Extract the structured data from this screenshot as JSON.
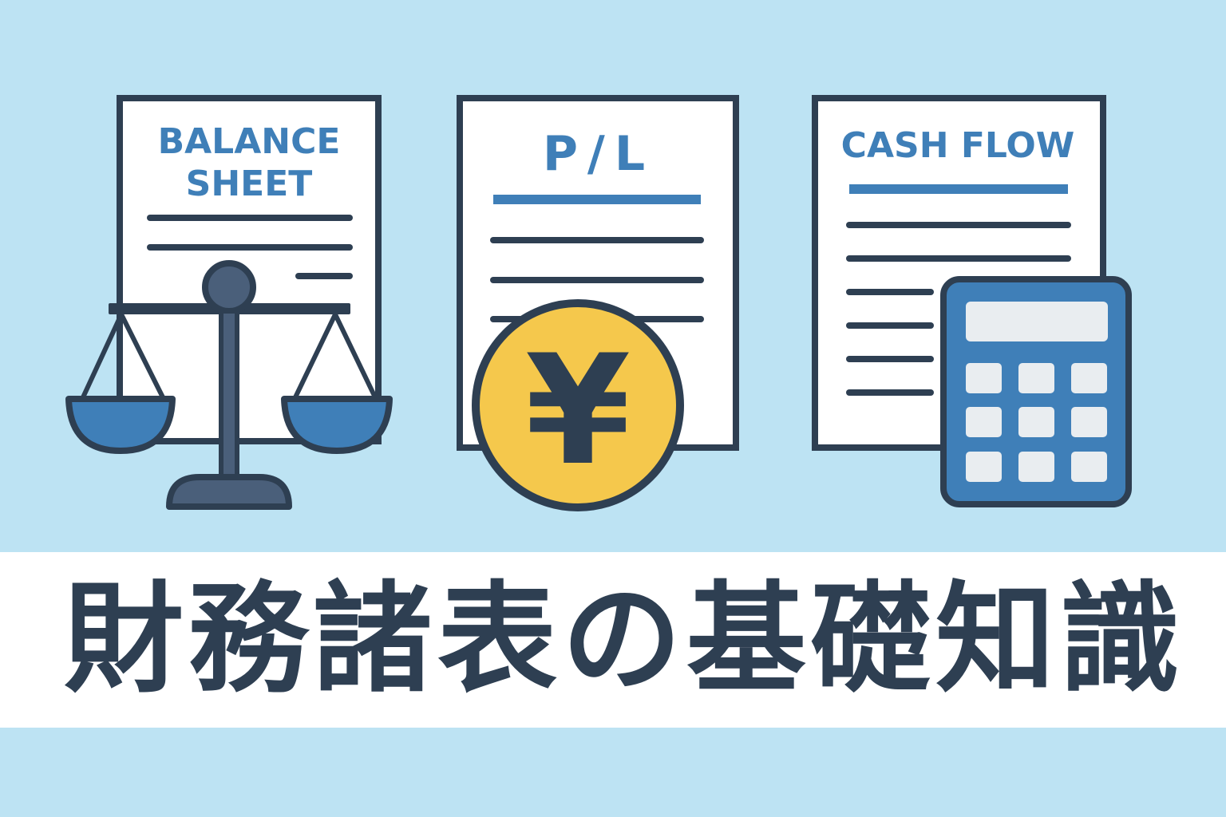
{
  "documents": {
    "balance_sheet": {
      "title_line1": "BALANCE",
      "title_line2": "SHEET"
    },
    "pl": {
      "title": "P/L"
    },
    "cash_flow": {
      "title": "CASH FLOW"
    }
  },
  "coin": {
    "symbol": "¥"
  },
  "banner": {
    "title": "財務諸表の基礎知識"
  },
  "colors": {
    "background": "#bde3f3",
    "outline": "#2e3f52",
    "accent_blue": "#3f7fb8",
    "coin_yellow": "#f5c84c",
    "paper": "#ffffff",
    "calc_screen": "#e9edf0"
  },
  "icons": [
    "balance-scale-icon",
    "yen-coin-icon",
    "calculator-icon"
  ]
}
